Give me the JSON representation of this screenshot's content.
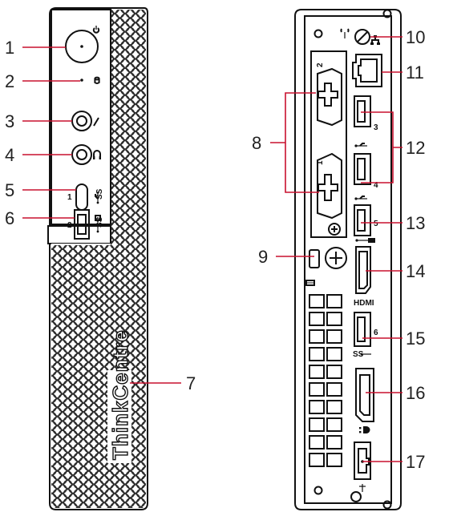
{
  "callouts": {
    "c1": "1",
    "c2": "2",
    "c3": "3",
    "c4": "4",
    "c5": "5",
    "c6": "6",
    "c7": "7",
    "c8": "8",
    "c9": "9",
    "c10": "10",
    "c11": "11",
    "c12": "12",
    "c13": "13",
    "c14": "14",
    "c15": "15",
    "c16": "16",
    "c17": "17"
  },
  "front": {
    "port_usbc_number": "1",
    "port_usba_number": "2",
    "brand_text": "ThinkCentre"
  },
  "rear": {
    "slot_upper_number": "2",
    "slot_lower_number": "1",
    "usb_3": "3",
    "usb_4": "4",
    "usb_5": "5",
    "usb_6": "6",
    "hdmi_label": "HDMI"
  },
  "colors": {
    "leader": "#c8102e",
    "outline": "#111111"
  }
}
